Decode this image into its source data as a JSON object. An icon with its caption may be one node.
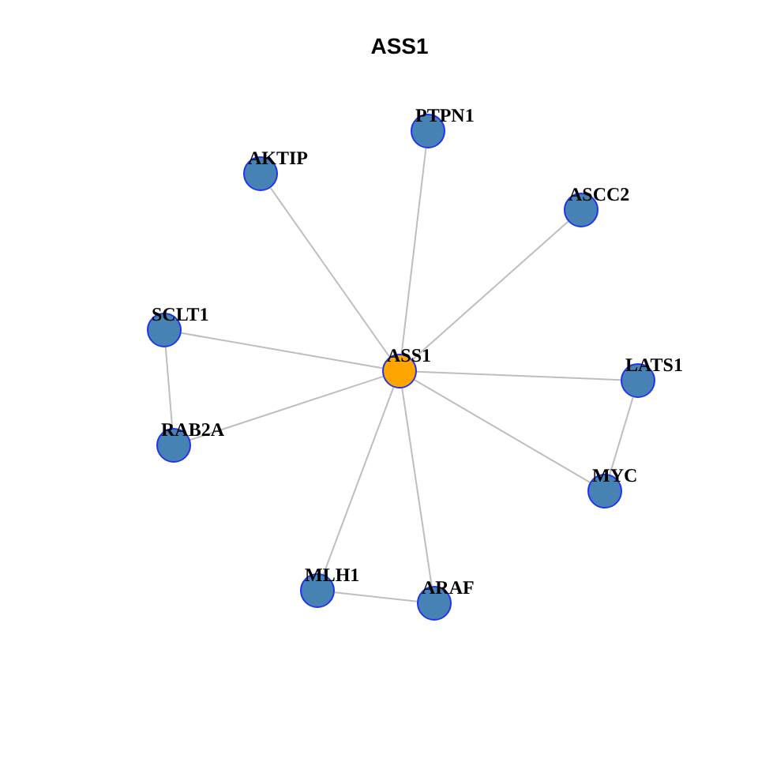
{
  "diagram": {
    "title": "ASS1",
    "nodes": [
      {
        "text": [
          "PTPN1"
        ]
      },
      {
        "text": [
          "AKTIP"
        ]
      },
      {
        "text": [
          "ASCC2"
        ]
      },
      {
        "text": [
          "SCLT1"
        ]
      },
      {
        "text": [
          "ASS1"
        ]
      },
      {
        "text": [
          "LATS1"
        ]
      },
      {
        "text": [
          "RAB2A"
        ]
      },
      {
        "text": [
          "MYC"
        ]
      },
      {
        "text": [
          "MLH1"
        ]
      },
      {
        "text": [
          "ARAF"
        ]
      }
    ],
    "edges": [
      {
        "from": 4,
        "to": 0,
        "arrow": "none"
      },
      {
        "from": 4,
        "to": 1,
        "arrow": "none"
      },
      {
        "from": 4,
        "to": 2,
        "arrow": "none"
      },
      {
        "from": 4,
        "to": 3,
        "arrow": "none"
      },
      {
        "from": 4,
        "to": 5,
        "arrow": "none"
      },
      {
        "from": 4,
        "to": 6,
        "arrow": "none"
      },
      {
        "from": 4,
        "to": 7,
        "arrow": "none"
      },
      {
        "from": 4,
        "to": 8,
        "arrow": "none"
      },
      {
        "from": 4,
        "to": 9,
        "arrow": "none"
      },
      {
        "from": 3,
        "to": 6,
        "arrow": "none"
      },
      {
        "from": 5,
        "to": 7,
        "arrow": "none"
      },
      {
        "from": 8,
        "to": 9,
        "arrow": "none"
      }
    ]
  }
}
